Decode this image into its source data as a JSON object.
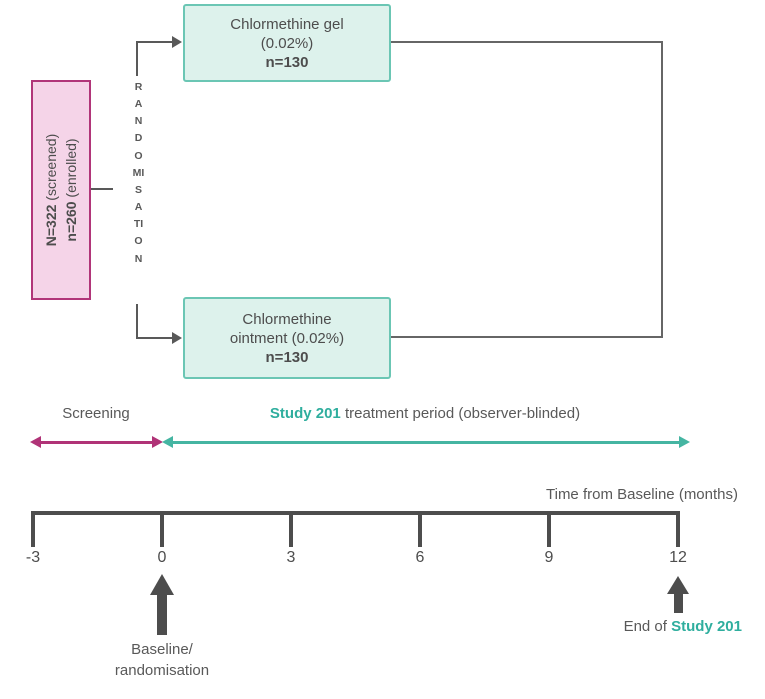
{
  "flowchart": {
    "screened_box": {
      "n_screened": "N=322",
      "screened_suffix": " (screened)",
      "n_enrolled": "n=260",
      "enrolled_suffix": " (enrolled)"
    },
    "randomisation_label": "RANDOMISATION",
    "gel_arm": {
      "name": "Chlormethine gel",
      "dose": "(0.02%)",
      "n": "n=130"
    },
    "ointment_arm": {
      "name": "Chlormethine",
      "dose": "ointment (0.02%)",
      "n": "n=130"
    }
  },
  "periods": {
    "screening": "Screening",
    "treatment_accent": "Study 201",
    "treatment_rest": " treatment period (observer-blinded)"
  },
  "timeline": {
    "axis_label": "Time from Baseline (months)",
    "ticks": [
      "-3",
      "0",
      "3",
      "6",
      "9",
      "12"
    ],
    "baseline_line1": "Baseline/",
    "baseline_line2": "randomisation",
    "end_prefix": "End of ",
    "end_accent": "Study 201"
  },
  "colors": {
    "accent_teal": "#2fae9e",
    "arrow_teal": "#45b5a2",
    "arrow_magenta": "#b03377",
    "pink_fill": "#f5d4e8",
    "pink_border": "#b13579",
    "teal_fill": "#ddf2ec",
    "teal_border": "#6bc6b4",
    "gray_text": "#595959",
    "axis_gray": "#4d4d4d"
  }
}
